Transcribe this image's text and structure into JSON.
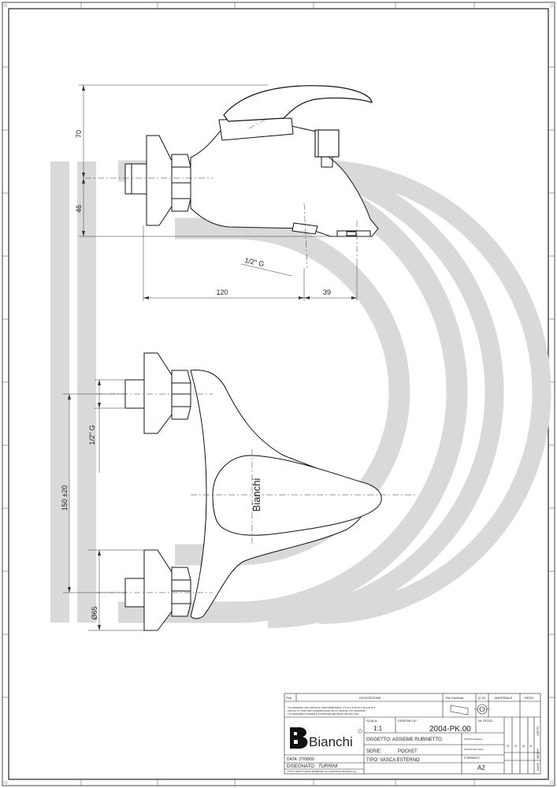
{
  "dimensions": {
    "d70": "70",
    "d46": "46",
    "thread_top": "1/2\" G",
    "d120": "120",
    "d39": "39",
    "thread_side": "1/2\" G",
    "d150": "150 ±20",
    "d65": "Ø65"
  },
  "handle_label": "Bianchi",
  "title_block": {
    "col_pos": "Pos.",
    "col_descrizione": "DESCRIZIONE",
    "col_rif": "Rif. Dis/Note",
    "col_qta": "Q.TA'",
    "col_materiale": "MATERIALE",
    "col_peso": "PESO",
    "notes": [
      "TOLLERANZE NON INDICATE, PER DIMENSIONI: 0-6 ±0.1 6-30 ±0.2 30-120 ±0.3",
      "ANGOLI ±1°  FINITURA SUPERFICIALE: Ra 3.2  SPIGOLI VIVI SMUSSATI",
      "TOLLERANZE DI FORMA E POSIZIONE SECONDO UNI ISO 1101"
    ],
    "scala_label": "SCALA:",
    "scala_value": "1:1",
    "disegno_label": "DISEGNO N°:",
    "disegno_value": "2004-PK.00",
    "npezzi_label": "Nr. PEZZI:",
    "oggetto": "OGGETTO: ASSIEME RUBINETTO",
    "sostituisce": "SOSTITUISCE IL:",
    "sostituito": "SOSTITUITO DAL:",
    "serie_label": "SERIE:",
    "serie_value": "POCKET",
    "tipo": "TIPO: VASCA ESTERNO",
    "formato_label": "FORMATO",
    "formato_value": "A2",
    "data": "DATA: 27/08/09",
    "disegnato_label": "DISEGNATO:",
    "disegnato_value": "TURRINI",
    "rights": "TUTTI I DIRITTI SONO RISERVATI ALLA SOCIETA' BIANCHI snc",
    "brand": "Bianchi",
    "rev_letters": [
      "D",
      "C",
      "B",
      "A"
    ],
    "modifica": "MODIF.",
    "visto": "VISTO",
    "data_col": "DATA"
  }
}
